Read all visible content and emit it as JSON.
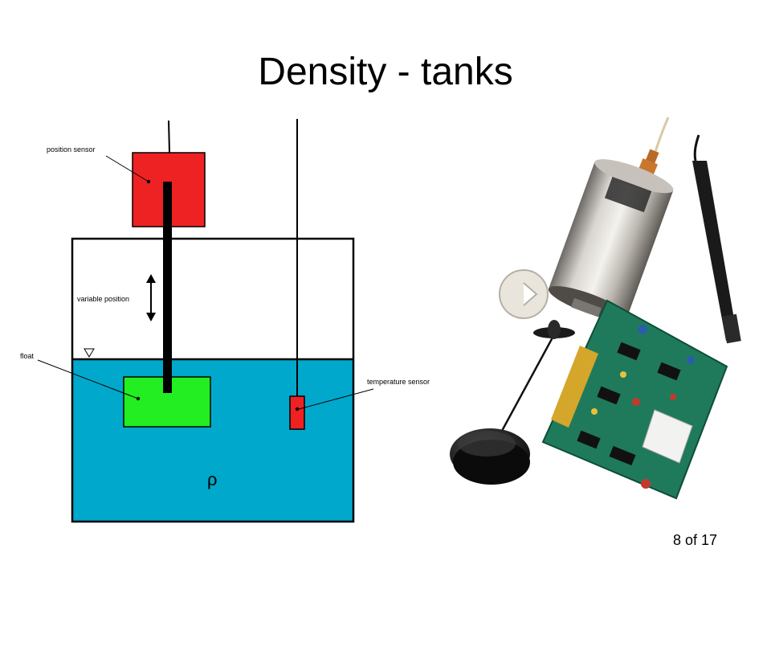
{
  "slide": {
    "title": "Density - tanks",
    "page": "8 of 17"
  },
  "diagram": {
    "labels": {
      "position_sensor": "position sensor",
      "variable_position": "variable position",
      "float": "float",
      "temperature_sensor": "temperature sensor",
      "density_symbol": "ρ"
    },
    "colors": {
      "liquid": "#00a8cc",
      "float": "#22ee22",
      "sensor": "#ee2222",
      "rod": "#000000"
    }
  },
  "photo": {
    "components": [
      "density probe",
      "hex nut disc",
      "float on wire",
      "rod probe",
      "circuit board"
    ]
  }
}
